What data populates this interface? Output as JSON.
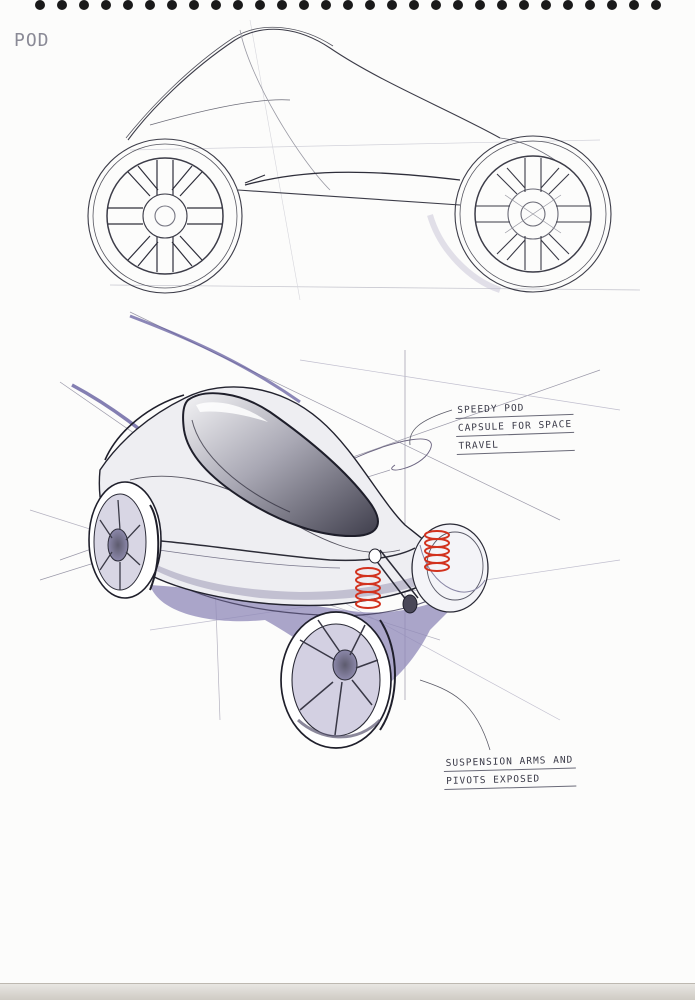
{
  "sketch": {
    "title": "POD",
    "note_top": [
      "SPEEDY POD",
      "CAPSULE FOR SPACE",
      "TRAVEL"
    ],
    "note_bottom": [
      "SUSPENSION ARMS AND",
      "PIVOTS EXPOSED"
    ]
  },
  "colors": {
    "paper": "#fcfcfb",
    "ink": "#2a2a35",
    "marker_shadow": "#8f88b8",
    "spring_red": "#d2321e"
  }
}
